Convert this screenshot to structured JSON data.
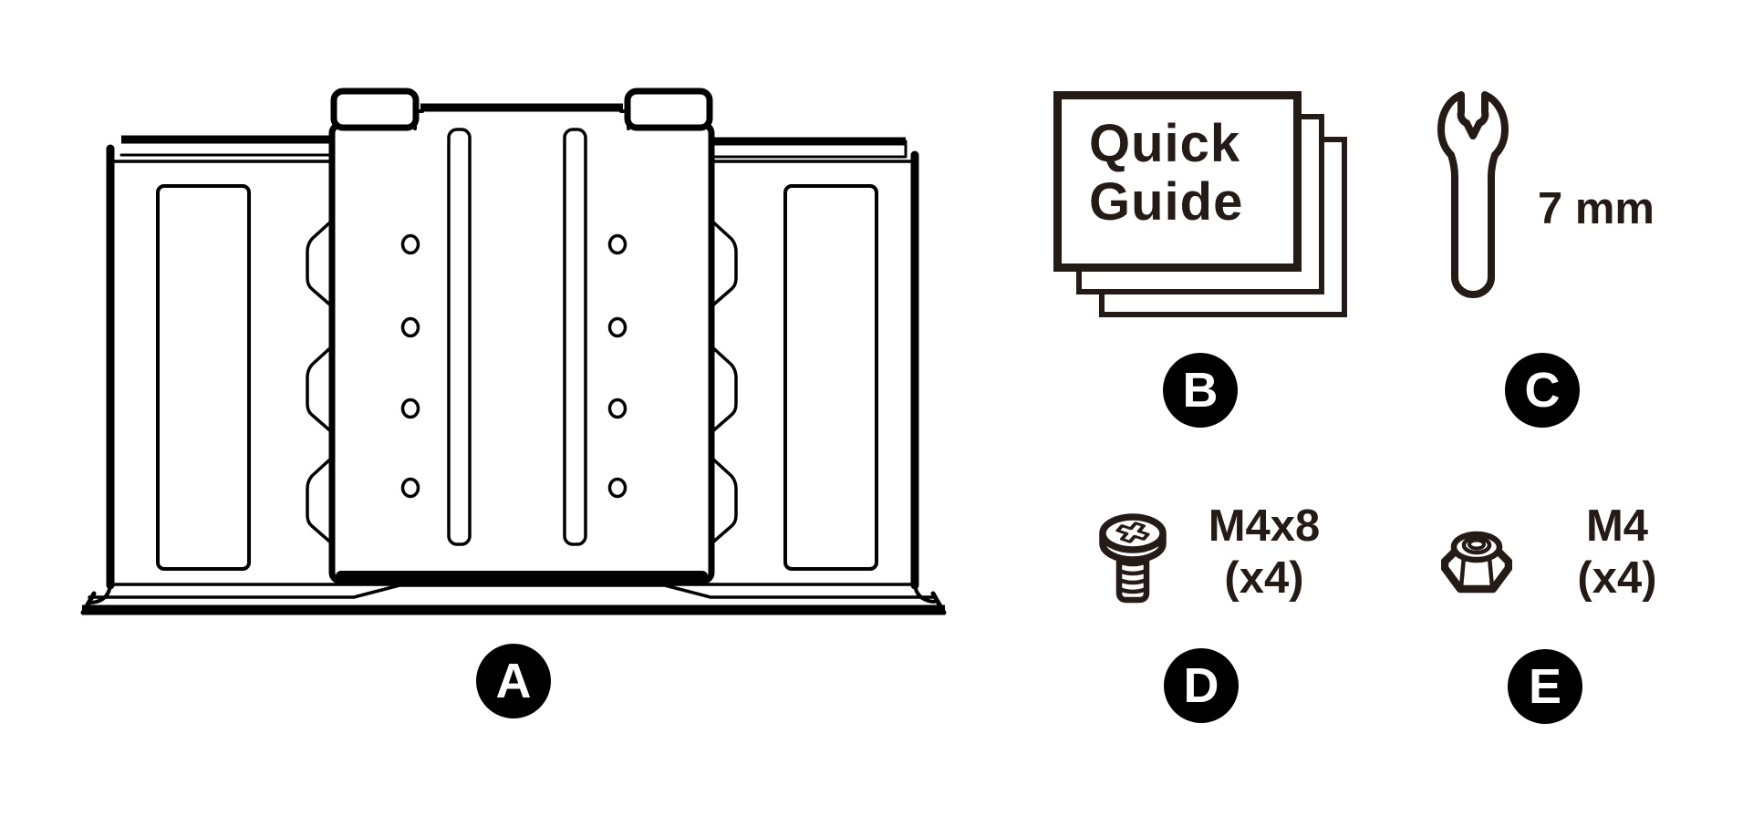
{
  "colors": {
    "bg": "#ffffff",
    "ink": "#000000",
    "hardware_ink": "#241a16",
    "badge_bg": "#000000",
    "badge_fg": "#ffffff"
  },
  "parts": {
    "a": {
      "label": "A"
    },
    "b": {
      "label": "B",
      "line1": "Quick",
      "line2": "Guide"
    },
    "c": {
      "label": "C",
      "size": "7 mm"
    },
    "d": {
      "label": "D",
      "size": "M4x8",
      "qty": "(x4)"
    },
    "e": {
      "label": "E",
      "size": "M4",
      "qty": "(x4)"
    }
  }
}
